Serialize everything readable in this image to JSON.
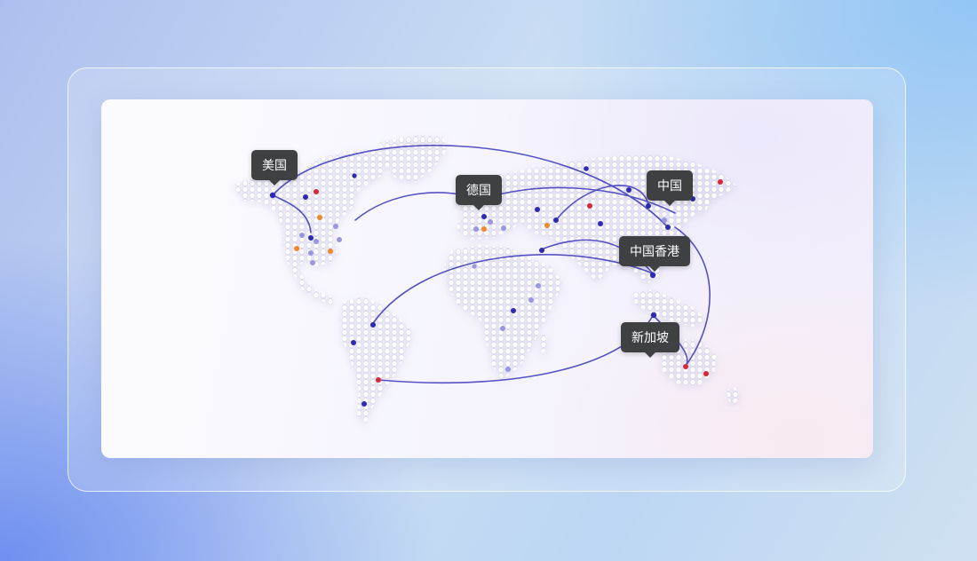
{
  "map": {
    "locations": [
      {
        "id": "usa",
        "label": "美国"
      },
      {
        "id": "germany",
        "label": "德国"
      },
      {
        "id": "china",
        "label": "中国"
      },
      {
        "id": "hongkong",
        "label": "中国香港"
      },
      {
        "id": "singapore",
        "label": "新加坡"
      }
    ],
    "colors": {
      "node_primary": "#2e2bb0",
      "node_faded": "#9a97de",
      "node_red": "#d6283a",
      "node_orange": "#ee8a2b",
      "route_line": "#3a35b8",
      "tooltip_bg": "#3f4042",
      "land": "#ffffff",
      "land_outline": "#d7d5ea"
    }
  }
}
